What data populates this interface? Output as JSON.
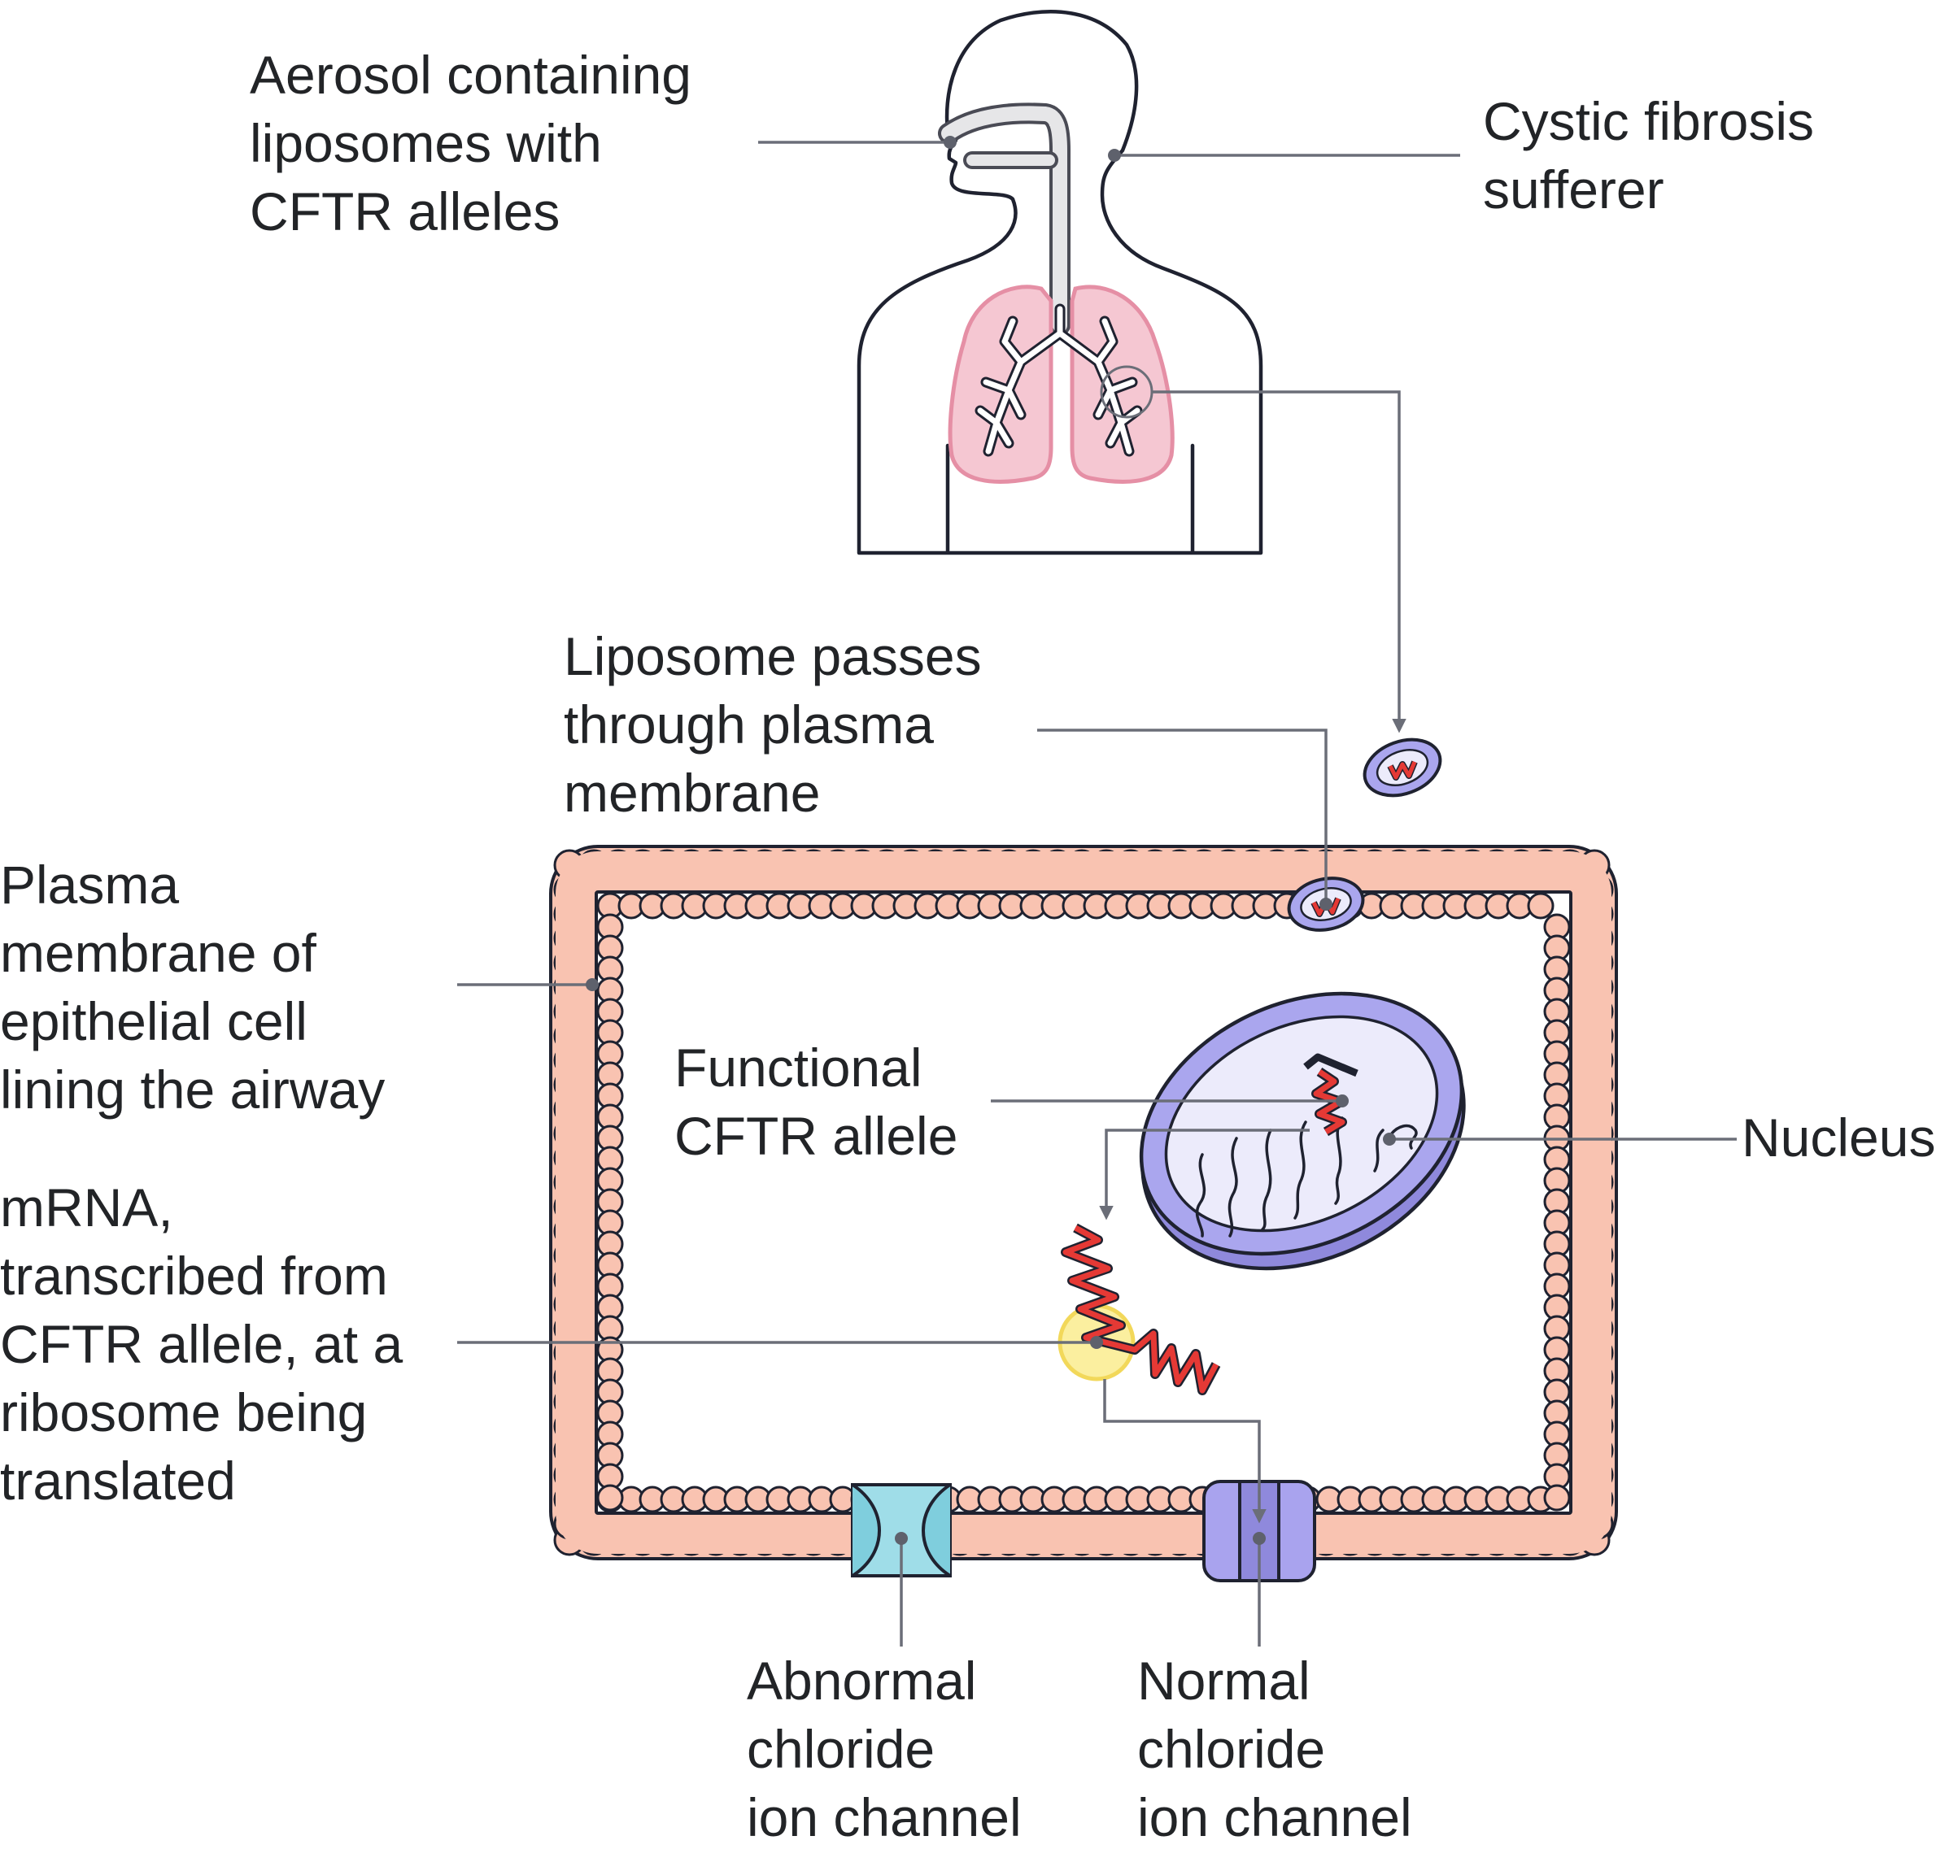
{
  "labels": {
    "aerosol": [
      "Aerosol containing",
      "liposomes with",
      "CFTR alleles"
    ],
    "sufferer": [
      "Cystic fibrosis",
      "sufferer"
    ],
    "liposome_passes": [
      "Liposome passes",
      "through plasma",
      "membrane"
    ],
    "plasma_membrane": [
      "Plasma",
      "membrane of",
      "epithelial cell",
      "lining the airway"
    ],
    "functional_allele": [
      "Functional",
      "CFTR allele"
    ],
    "nucleus": [
      "Nucleus"
    ],
    "mrna": [
      "mRNA,",
      "transcribed from",
      "CFTR allele, at a",
      "ribosome being",
      "translated"
    ],
    "abnormal_channel": [
      "Abnormal",
      "chloride",
      "ion channel"
    ],
    "normal_channel": [
      "Normal",
      "chloride",
      "ion channel"
    ]
  },
  "colors": {
    "membrane": "#f9c3b1",
    "lung": "#f5c7d2",
    "nucleus": "#aaa6ee",
    "ribosome": "#fbef9f",
    "allele": "#e53935",
    "abnormal_channel": "#9fdde8",
    "normal_channel": "#a9a3ee"
  }
}
